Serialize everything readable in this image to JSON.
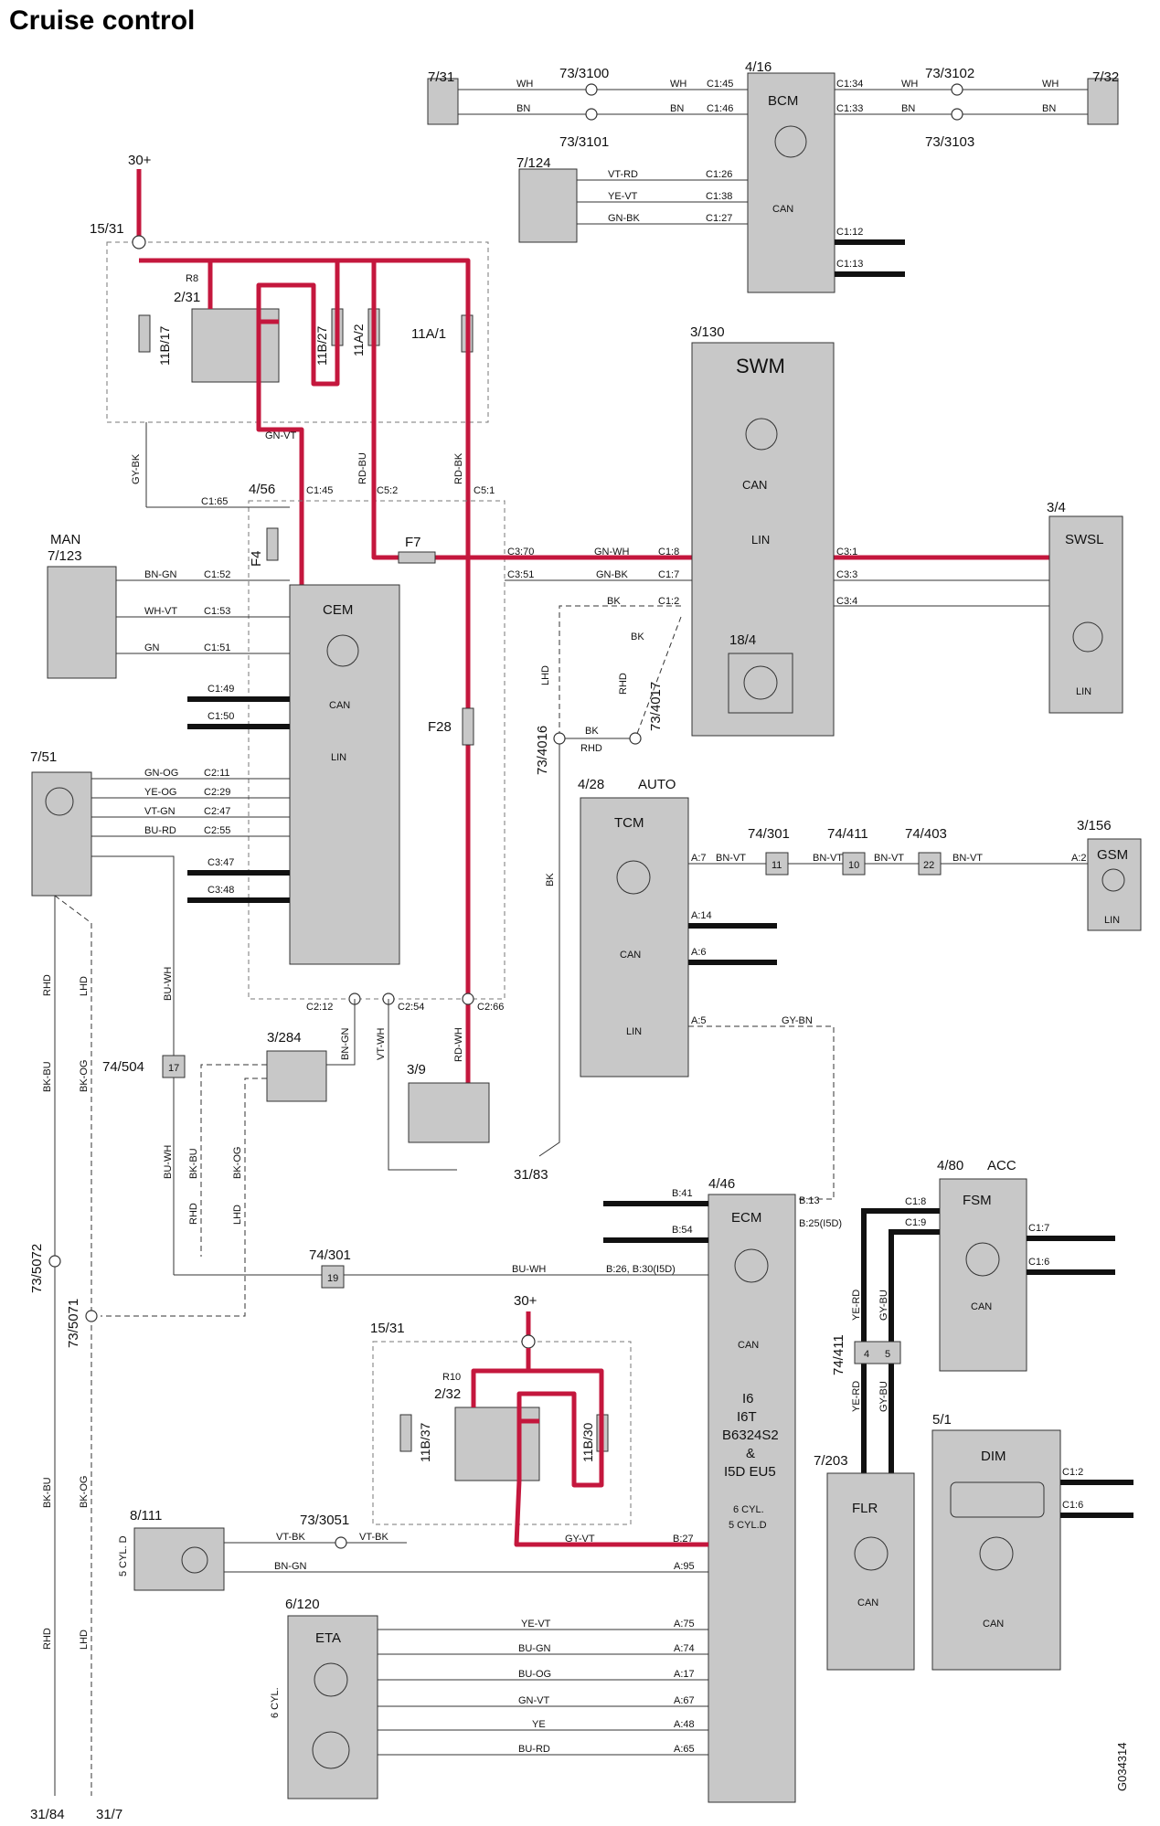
{
  "title": "Cruise control",
  "drawing_id": "G034314",
  "components": {
    "bcm": {
      "id": "4/16",
      "name": "BCM",
      "bus": "CAN"
    },
    "sensor_left": {
      "id": "7/31"
    },
    "sensor_right": {
      "id": "7/32"
    },
    "splice_3100": {
      "id": "73/3100"
    },
    "splice_3101": {
      "id": "73/3101"
    },
    "splice_3102": {
      "id": "73/3102"
    },
    "splice_3103": {
      "id": "73/3103"
    },
    "sensor_124": {
      "id": "7/124"
    },
    "relay_box_top": {
      "id": "15/31",
      "relay_ref": "R8",
      "relay_id": "2/31",
      "fuse_a": "11B/17",
      "fuse_b": "11B/27",
      "fuse_c": "11A/2",
      "fuse_d": "11A/1"
    },
    "supply_top": {
      "label": "30+"
    },
    "swm": {
      "id": "3/130",
      "name": "SWM",
      "bus_can": "CAN",
      "bus_lin": "LIN",
      "sub_id": "18/4"
    },
    "swsl": {
      "id": "3/4",
      "name": "SWSL",
      "bus": "LIN"
    },
    "cem": {
      "id": "4/56",
      "name": "CEM",
      "bus_can": "CAN",
      "bus_lin": "LIN",
      "fuse_f4": "F4",
      "fuse_f7": "F7",
      "fuse_f28": "F28"
    },
    "man": {
      "label": "MAN",
      "id": "7/123"
    },
    "pedal": {
      "id": "7/51"
    },
    "tcm": {
      "id": "4/28",
      "name": "TCM",
      "variant": "AUTO",
      "bus_can": "CAN",
      "bus_lin": "LIN"
    },
    "gsm": {
      "id": "3/156",
      "name": "GSM",
      "bus": "LIN"
    },
    "splice_4016": {
      "id": "73/4016"
    },
    "splice_4017": {
      "id": "73/4017"
    },
    "ground_83": {
      "id": "31/83"
    },
    "switch_284": {
      "id": "3/284"
    },
    "switch_39": {
      "id": "3/9"
    },
    "connector_504": {
      "id": "74/504",
      "pin": "17"
    },
    "connector_301": {
      "id": "74/301",
      "pin": "19"
    },
    "connector_301_top": {
      "id": "74/301",
      "pin": "11"
    },
    "connector_411_top": {
      "id": "74/411",
      "pin": "10"
    },
    "connector_403": {
      "id": "74/403",
      "pin": "22"
    },
    "ecm": {
      "id": "4/46",
      "name": "ECM",
      "bus": "CAN",
      "engines": [
        "I6",
        "I6T",
        "B6324S2",
        "&",
        "I5D EU5"
      ],
      "cyl": [
        "6 CYL.",
        "5 CYL.D"
      ]
    },
    "fsm": {
      "id": "4/80",
      "name": "FSM",
      "variant": "ACC",
      "bus": "CAN"
    },
    "flr": {
      "id": "7/203",
      "name": "FLR",
      "bus": "CAN"
    },
    "dim": {
      "id": "5/1",
      "name": "DIM",
      "bus": "CAN"
    },
    "connector_411": {
      "id": "74/411",
      "pins": [
        "4",
        "5"
      ]
    },
    "relay_box_bottom": {
      "id": "15/31",
      "relay_ref": "R10",
      "relay_id": "2/32",
      "fuse_a": "11B/37",
      "fuse_b": "11B/30"
    },
    "supply_bottom": {
      "label": "30+"
    },
    "splice_5072": {
      "id": "73/5072"
    },
    "splice_5071": {
      "id": "73/5071"
    },
    "splice_3051": {
      "id": "73/3051"
    },
    "vacuum_pump": {
      "id": "8/111",
      "variant": "5 CYL. D"
    },
    "eta": {
      "id": "6/120",
      "name": "ETA",
      "variant": "6 CYL."
    },
    "ground_84": {
      "id": "31/84"
    },
    "ground_7": {
      "id": "31/7"
    }
  },
  "wire_labels": {
    "wh": "WH",
    "bn": "BN",
    "vt_rd": "VT-RD",
    "ye_vt": "YE-VT",
    "gn_bk": "GN-BK",
    "gn_vt": "GN-VT",
    "rd_bu": "RD-BU",
    "rd_bk": "RD-BK",
    "gy_bk": "GY-BK",
    "gn_wh": "GN-WH",
    "bk": "BK",
    "bn_gn": "BN-GN",
    "wh_vt": "WH-VT",
    "gn": "GN",
    "gn_og": "GN-OG",
    "ye_og": "YE-OG",
    "vt_gn": "VT-GN",
    "bu_rd": "BU-RD",
    "bu_wh": "BU-WH",
    "rd_wh": "RD-WH",
    "vt_wh": "VT-WH",
    "bk_bu": "BK-BU",
    "bk_og": "BK-OG",
    "rhd": "RHD",
    "lhd": "LHD",
    "bn_vt": "BN-VT",
    "gy_bn": "GY-BN",
    "ye_rd": "YE-RD",
    "gy_bu": "GY-BU",
    "gy_vt": "GY-VT",
    "vt_bk": "VT-BK",
    "bn_gn2": "BN-GN",
    "ye_vt2": "YE-VT",
    "bu_gn": "BU-GN",
    "bu_og": "BU-OG",
    "gn_vt2": "GN-VT",
    "ye": "YE",
    "bu_rd2": "BU-RD"
  },
  "connector_pins": {
    "c145": "C1:45",
    "c146": "C1:46",
    "c134": "C1:34",
    "c133": "C1:33",
    "c126": "C1:26",
    "c138": "C1:38",
    "c127": "C1:27",
    "c112": "C1:12",
    "c113": "C1:13",
    "c165": "C1:65",
    "c145b": "C1:45",
    "c52": "C5:2",
    "c51": "C5:1",
    "c370": "C3:70",
    "c351": "C3:51",
    "c18": "C1:8",
    "c17": "C1:7",
    "c12": "C1:2",
    "c31": "C3:1",
    "c33": "C3:3",
    "c34": "C3:4",
    "c152": "C1:52",
    "c153": "C1:53",
    "c151": "C1:51",
    "c149": "C1:49",
    "c150": "C1:50",
    "c211": "C2:11",
    "c229": "C2:29",
    "c247": "C2:47",
    "c255": "C2:55",
    "c347": "C3:47",
    "c348": "C3:48",
    "c212": "C2:12",
    "c254": "C2:54",
    "c266": "C2:66",
    "a7": "A:7",
    "a2": "A:2",
    "a14": "A:14",
    "a6": "A:6",
    "a5": "A:5",
    "b41": "B:41",
    "b54": "B:54",
    "b13": "B:13",
    "b25": "B:25(I5D)",
    "b26": "B:26, B:30(I5D)",
    "b27": "B:27",
    "a95": "A:95",
    "a75": "A:75",
    "a74": "A:74",
    "a17": "A:17",
    "a67": "A:67",
    "a48": "A:48",
    "a65": "A:65",
    "fsm_c18": "C1:8",
    "fsm_c19": "C1:9",
    "fsm_c17": "C1:7",
    "fsm_c16": "C1:6",
    "dim_c12": "C1:2",
    "dim_c16": "C1:6"
  }
}
